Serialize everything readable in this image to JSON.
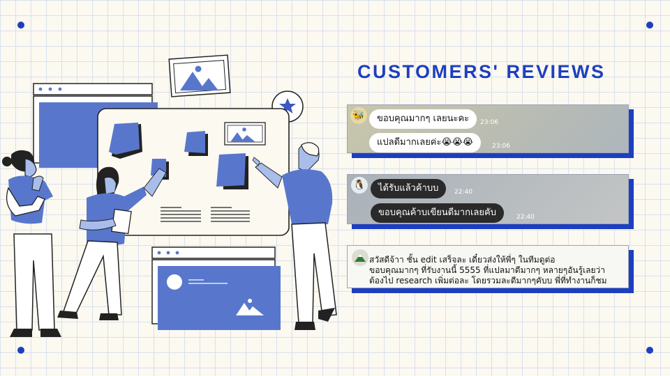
{
  "title": "CUSTOMERS' REVIEWS",
  "reviews": {
    "card1": {
      "messages": [
        {
          "text": "ขอบคุณมากๆ เลยนะคะ",
          "time": "23:06"
        },
        {
          "text": "แปลดีมากเลยค่ะ😭😭😭",
          "time": "23:06"
        }
      ]
    },
    "card2": {
      "messages": [
        {
          "text": "ได้รับแล้วค้าบบ",
          "time": "22:40"
        },
        {
          "text": "ขอบคุณค้าบเขียนดีมากเลยคับ",
          "time": "22:40"
        }
      ]
    },
    "card3": {
      "lines": [
        "สวัสดีจ้าา ชั้น edit เสร็จละ เดี๋ยวส่งให้พี่ๆ ในทีมดูต่อ",
        "ขอบคุณมากๆ ที่รับงานนี้ 5555 ที่แปลมาดีมากๆ หลายๆอันรู้เลยว่า",
        "ต้องไป research เพิ่มต่อละ โดยรวมละดีมากๆคับบ พี่ที่ทำงานก็ชม"
      ]
    }
  },
  "colors": {
    "accent": "#1d3fbf",
    "illustration_blue": "#5877cc",
    "background": "#fbf9f0"
  },
  "icons": [
    "star-icon",
    "image-icon",
    "bee-avatar-icon",
    "penguin-avatar-icon",
    "mountain-avatar-icon"
  ]
}
